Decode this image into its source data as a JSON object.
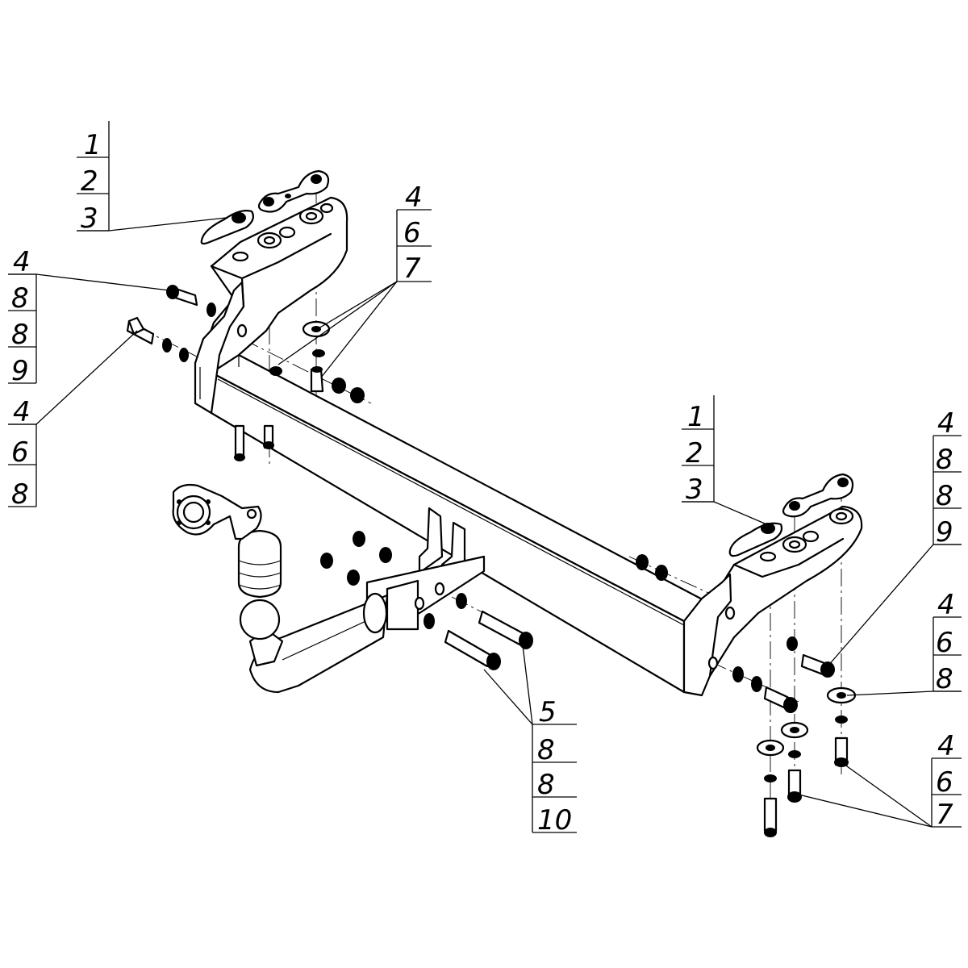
{
  "callouts": [
    {
      "id": "top-left-bracket",
      "numbers": [
        "1",
        "2",
        "3"
      ]
    },
    {
      "id": "upper-left-bolt",
      "numbers": [
        "4",
        "8",
        "8",
        "9"
      ]
    },
    {
      "id": "left-side-bolt",
      "numbers": [
        "4",
        "6",
        "8"
      ]
    },
    {
      "id": "upper-center-hardware",
      "numbers": [
        "4",
        "6",
        "7"
      ]
    },
    {
      "id": "right-bracket",
      "numbers": [
        "1",
        "2",
        "3"
      ]
    },
    {
      "id": "right-upper-bolt",
      "numbers": [
        "4",
        "8",
        "8",
        "9"
      ]
    },
    {
      "id": "right-middle-bolt",
      "numbers": [
        "4",
        "6",
        "8"
      ]
    },
    {
      "id": "right-lower-hardware",
      "numbers": [
        "4",
        "6",
        "7"
      ]
    },
    {
      "id": "ball-mount-bolts",
      "numbers": [
        "5",
        "8",
        "8",
        "10"
      ]
    }
  ]
}
